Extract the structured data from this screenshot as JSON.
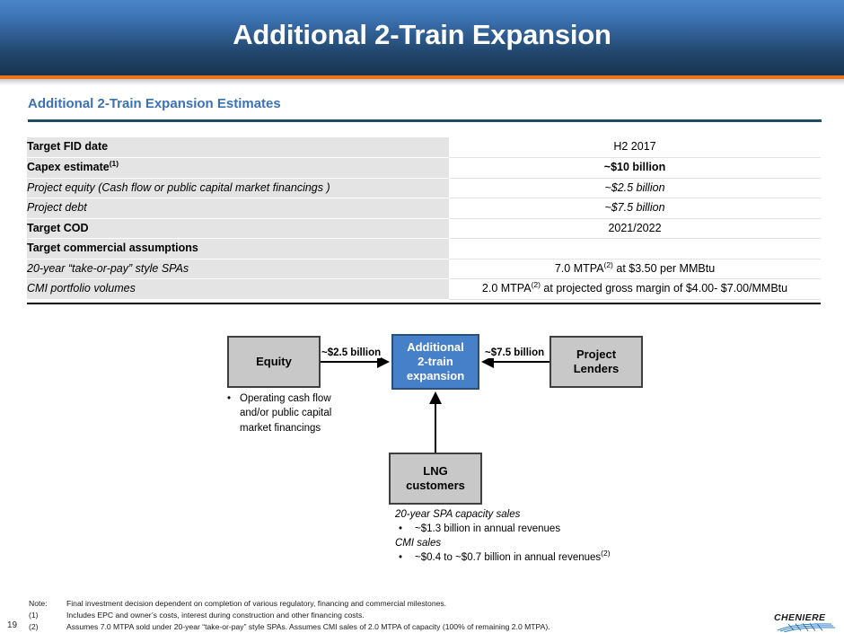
{
  "header": {
    "title": "Additional 2-Train Expansion"
  },
  "section": {
    "title": "Additional 2-Train Expansion Estimates"
  },
  "colors": {
    "header_blue_top": "#4b86c8",
    "header_navy_bottom": "#18334f",
    "accent_orange": "#e8751a",
    "section_title_blue": "#3b72b4",
    "section_rule": "#1f4e5f",
    "box_gray": "#c8c8c8",
    "box_blue": "#4580c8",
    "table_label_gray": "#e4e4e4"
  },
  "table": {
    "rows": [
      {
        "label": "Target FID date",
        "label_sup": "",
        "style": "bold",
        "value": "H2 2017",
        "value_sup": "",
        "value_style": "normal"
      },
      {
        "label": "Capex estimate",
        "label_sup": "(1)",
        "style": "bold",
        "value": "~$10 billion",
        "value_sup": "",
        "value_style": "bold"
      },
      {
        "label": "Project equity (Cash flow or public capital market financings )",
        "label_sup": "",
        "style": "italic-indent",
        "value": "~$2.5 billion",
        "value_sup": "",
        "value_style": "italic"
      },
      {
        "label": "Project debt",
        "label_sup": "",
        "style": "italic-indent",
        "value": "~$7.5 billion",
        "value_sup": "",
        "value_style": "italic"
      },
      {
        "label": "Target COD",
        "label_sup": "",
        "style": "bold",
        "value": "2021/2022",
        "value_sup": "",
        "value_style": "normal"
      },
      {
        "label": "Target commercial assumptions",
        "label_sup": "",
        "style": "bold",
        "value": "",
        "value_sup": "",
        "value_style": "normal"
      },
      {
        "label": "20-year “take-or-pay” style SPAs",
        "label_sup": "",
        "style": "italic-indent",
        "value_pre": "7.0 MTPA",
        "value_sup": "(2)",
        "value_post": " at $3.50 per MMBtu",
        "value_style": "normal"
      },
      {
        "label": "CMI portfolio volumes",
        "label_sup": "",
        "style": "italic-indent",
        "value_pre": "2.0 MTPA",
        "value_sup": "(2)",
        "value_post": " at projected gross margin of $4.00- $7.00/MMBtu",
        "value_style": "normal"
      }
    ]
  },
  "diagram": {
    "boxes": {
      "equity": "Equity",
      "central_line1": "Additional",
      "central_line2": "2-train",
      "central_line3": "expansion",
      "lenders_line1": "Project",
      "lenders_line2": "Lenders",
      "lng_line1": "LNG",
      "lng_line2": "customers"
    },
    "arrow_labels": {
      "left": "~$2.5 billion",
      "right": "~$7.5 billion"
    },
    "equity_bullet": "Operating cash flow and/or public capital market financings",
    "bullet_glyph": "•",
    "lng_notes": {
      "heading1": "20-year SPA capacity sales",
      "bullet1": "~$1.3 billion in annual revenues",
      "heading2": "CMI sales",
      "bullet2_pre": "~$0.4 to ~$0.7 billion in annual revenues",
      "bullet2_sup": "(2)"
    }
  },
  "footnotes": [
    {
      "key": "Note:",
      "text": "Final investment decision dependent on completion of various regulatory, financing and commercial milestones."
    },
    {
      "key": "(1)",
      "text": "Includes EPC and owner’s costs, interest during construction and other financing costs."
    },
    {
      "key": "(2)",
      "text": "Assumes 7.0 MTPA sold under 20-year “take-or-pay” style SPAs. Assumes CMI sales of 2.0 MTPA of capacity  (100% of remaining 2.0 MTPA)."
    }
  ],
  "page_number": "19",
  "logo": {
    "text": "CHENIERE"
  }
}
